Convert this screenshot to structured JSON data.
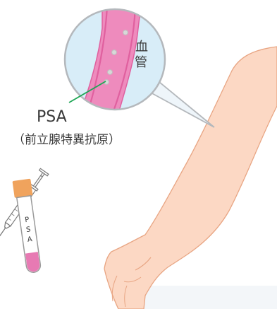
{
  "magnifier": {
    "vessel_label": [
      "血",
      "管"
    ]
  },
  "labels": {
    "psa_title": "PSA",
    "psa_subtitle": "（前立腺特異抗原）"
  },
  "tube": {
    "label_letters": [
      "P",
      "S",
      "A"
    ]
  },
  "colors": {
    "vessel_fill": "#ee8bbd",
    "vessel_edge": "#e0609f",
    "lens_fill": "#d8edf8",
    "lens_rim": "#b4b8bc",
    "leader_line": "#1ea655",
    "skin": "#fcd8c4",
    "skin_line": "#e8a583",
    "tube_cap": "#f0a35d",
    "tube_blood": "#e77ab3",
    "text": "#3a3a3a"
  },
  "icons": {
    "arm": "arm-illustration",
    "syringe": "syringe-icon",
    "tube": "blood-tube-icon"
  }
}
